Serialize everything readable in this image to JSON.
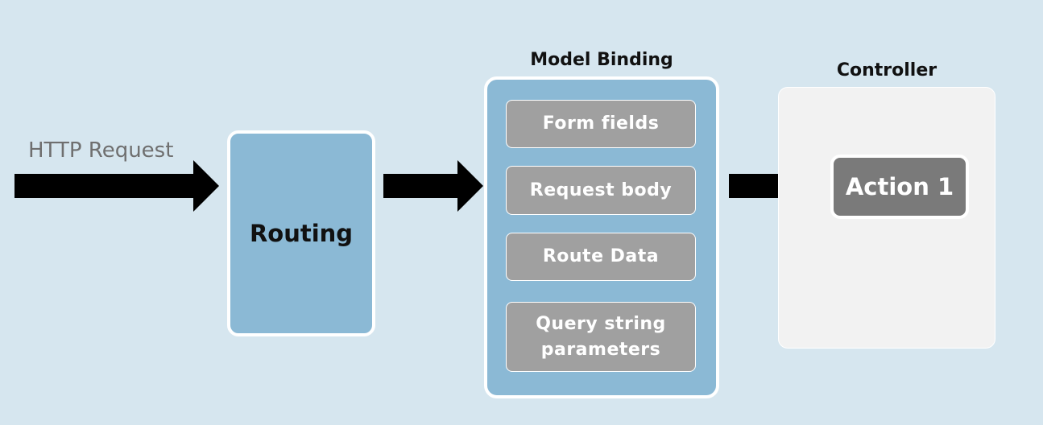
{
  "input": {
    "label": "HTTP Request"
  },
  "routing": {
    "label": "Routing"
  },
  "model_binding": {
    "title": "Model Binding",
    "sources": [
      "Form fields",
      "Request body",
      "Route Data",
      "Query string parameters"
    ]
  },
  "controller": {
    "title": "Controller",
    "action": "Action 1"
  },
  "colors": {
    "background": "#d6e6ef",
    "stage_fill": "#8bb9d5",
    "source_fill": "#a0a0a0",
    "controller_fill": "#f2f2f2",
    "action_fill": "#7a7a7a",
    "arrow": "#000000"
  }
}
